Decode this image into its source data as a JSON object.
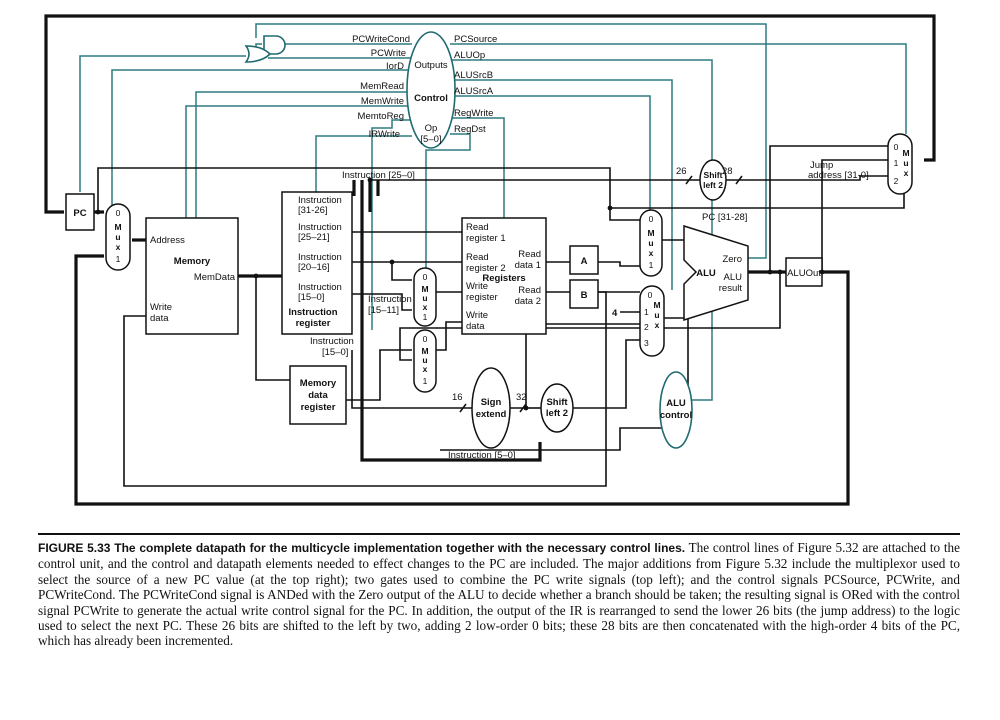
{
  "signals": {
    "pcwritecond": "PCWriteCond",
    "pcwrite": "PCWrite",
    "iord": "IorD",
    "memread": "MemRead",
    "memwrite": "MemWrite",
    "memtoreg": "MemtoReg",
    "irwrite": "IRWrite",
    "pcsource": "PCSource",
    "aluop": "ALUOp",
    "alusrcb": "ALUSrcB",
    "alusrca": "ALUSrcA",
    "regwrite": "RegWrite",
    "regdst": "RegDst"
  },
  "control": {
    "outputs": "Outputs",
    "title": "Control",
    "op": "Op",
    "op_bits": "[5–0]"
  },
  "pc": "PC",
  "memory": {
    "address": "Address",
    "title": "Memory",
    "memdata": "MemData",
    "write": "Write",
    "data": "data"
  },
  "ir": {
    "f1": "Instruction",
    "f1b": "[31-26]",
    "f2": "Instruction",
    "f2b": "[25–21]",
    "f3": "Instruction",
    "f3b": "[20–16]",
    "f4": "Instruction",
    "f4b": "[15–0]",
    "title1": "Instruction",
    "title2": "register"
  },
  "instr_25_0": "Instruction [25–0]",
  "instr_15_11": {
    "l1": "Instruction",
    "l2": "[15–11]"
  },
  "instr_15_0": {
    "l1": "Instruction",
    "l2": "[15–0]"
  },
  "instr_5_0": "Instruction [5–0]",
  "mdr": {
    "l1": "Memory",
    "l2": "data",
    "l3": "register"
  },
  "registers": {
    "rr1a": "Read",
    "rr1b": "register 1",
    "rr2a": "Read",
    "rr2b": "register 2",
    "title": "Registers",
    "wra": "Write",
    "wrb": "register",
    "wda": "Write",
    "wdb": "data",
    "rd1a": "Read",
    "rd1b": "data 1",
    "rd2a": "Read",
    "rd2b": "data 2"
  },
  "reg_a": "A",
  "reg_b": "B",
  "mux": {
    "m": "M",
    "u": "u",
    "x": "x",
    "zero": "0",
    "one": "1",
    "two": "2",
    "three": "3"
  },
  "four": "4",
  "alu": {
    "title": "ALU",
    "zero": "Zero",
    "result1": "ALU",
    "result2": "result"
  },
  "aluout": "ALUOut",
  "alu_control": {
    "l1": "ALU",
    "l2": "control"
  },
  "sign_extend": {
    "l1": "Sign",
    "l2": "extend"
  },
  "shift_left_2": {
    "l1": "Shift",
    "l2": "left 2"
  },
  "shift_left_2_top": {
    "l1": "Shift",
    "l2": "left 2"
  },
  "widths": {
    "w26": "26",
    "w28": "28",
    "w16": "16",
    "w32": "32"
  },
  "pc_31_28": "PC [31-28]",
  "jump": {
    "l1": "Jump",
    "l2": "address [31-0]"
  },
  "caption": {
    "label": "FIGURE 5.33 The complete datapath for the multicycle implementation together with the necessary control lines.",
    "body": " The control lines of Figure 5.32 are attached to the control unit, and the control and datapath elements needed to effect changes to the PC are included. The major additions from Figure 5.32 include the multiplexor used to select the source of a new PC value (at the top right); two gates used to combine the PC write signals (top left); and the control signals PCSource, PCWrite, and PCWriteCond. The PCWriteCond signal is ANDed with the Zero output of the ALU to decide whether a branch should be taken; the resulting signal is ORed with the control signal PCWrite to generate the actual write control signal for the PC. In addition, the output of the IR is rearranged to send the lower 26 bits (the jump address) to the logic used to select the next PC. These 26 bits are shifted to the left by two, adding 2 low-order 0 bits; these 28 bits are then concatenated with the high-order 4 bits of the PC, which has already been incremented."
  },
  "colors": {
    "control_line": "#2f7b80",
    "wire": "#111111"
  }
}
